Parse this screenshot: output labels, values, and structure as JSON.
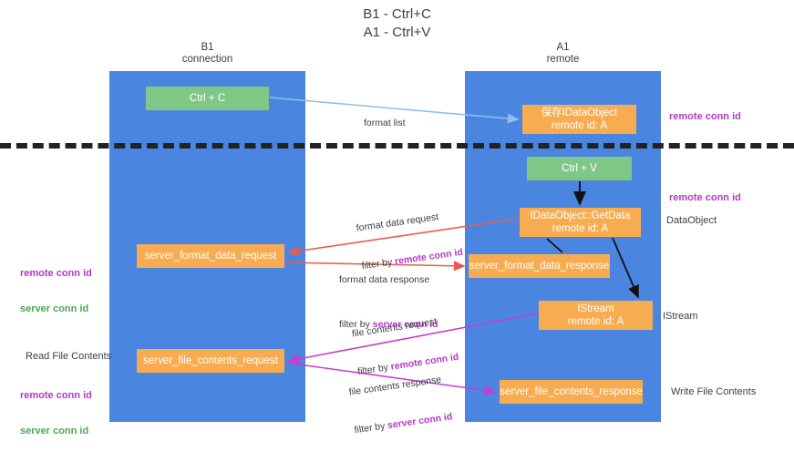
{
  "title": "B1 - Ctrl+C\nA1 - Ctrl+V",
  "columns": {
    "left": {
      "name": "B1",
      "role": "connection",
      "label": "B1\nconnection"
    },
    "right": {
      "name": "A1",
      "role": "remote",
      "label": "A1\nremote"
    }
  },
  "nodes": {
    "ctrl_c": {
      "label": "Ctrl + C",
      "color": "#7fc787",
      "lane": "B1"
    },
    "ctrl_v": {
      "label": "Ctrl + V",
      "color": "#7fc787",
      "lane": "A1"
    },
    "save_idataobject": {
      "label": "保存IDataObject\nremote id: A",
      "color": "#f8ac52",
      "lane": "A1"
    },
    "idataobject_getdata": {
      "label": "IDataObject::GetData\nremote id: A",
      "color": "#f8ac52",
      "lane": "A1"
    },
    "server_format_data_request": {
      "label": "server_format_data_request",
      "color": "#f8ac52",
      "lane": "B1"
    },
    "server_format_data_response": {
      "label": "server_format_data_response",
      "color": "#f8ac52",
      "lane": "A1"
    },
    "istream": {
      "label": "IStream\nremote id: A",
      "color": "#f8ac52",
      "lane": "A1"
    },
    "server_file_contents_request": {
      "label": "server_file_contents_request",
      "color": "#f8ac52",
      "lane": "B1"
    },
    "server_file_contents_response": {
      "label": "server_file_contents_response",
      "color": "#f8ac52",
      "lane": "A1"
    }
  },
  "edge_labels": {
    "format_list": {
      "line1": "format list",
      "line2": ""
    },
    "format_data_request": {
      "line1": "format data request",
      "line2_prefix": "filter by ",
      "line2_highlight": "remote conn id",
      "highlight_color": "#b13ac6"
    },
    "format_data_response": {
      "line1": "format data response",
      "line2_prefix": "filter by ",
      "line2_highlight": "server conn id",
      "highlight_color": "#b13ac6"
    },
    "file_contents_request": {
      "line1": "file contents request",
      "line2_prefix": "filter by ",
      "line2_highlight": "remote conn id",
      "highlight_color": "#b13ac6"
    },
    "file_contents_response": {
      "line1": "file contents response",
      "line2_prefix": "filter by ",
      "line2_highlight": "server conn id",
      "highlight_color": "#b13ac6"
    }
  },
  "annotations": {
    "right": [
      {
        "text": "remote conn id",
        "style": "purple"
      },
      {
        "text": "remote conn id",
        "style": "purple"
      },
      {
        "text": "DataObject",
        "style": "plain"
      },
      {
        "text": "IStream",
        "style": "plain"
      },
      {
        "text": "Write File Contents",
        "style": "plain"
      }
    ],
    "left": {
      "ids_top": {
        "remote": "remote conn id",
        "server": "server conn id"
      },
      "read_file_contents": "Read File Contents",
      "ids_bottom": {
        "remote": "remote conn id",
        "server": "server conn id"
      }
    }
  },
  "colors": {
    "lane": "#4a86e0",
    "node_green": "#7fc787",
    "node_orange": "#f8ac52",
    "purple": "#b13ac6",
    "green_text": "#4aa84f",
    "arrow_blue": "#8fbdf0",
    "arrow_red": "#ea5b4d",
    "arrow_magenta": "#c43fd0",
    "arrow_black": "#111111",
    "divider": "#222222",
    "background": "#ffffff"
  }
}
